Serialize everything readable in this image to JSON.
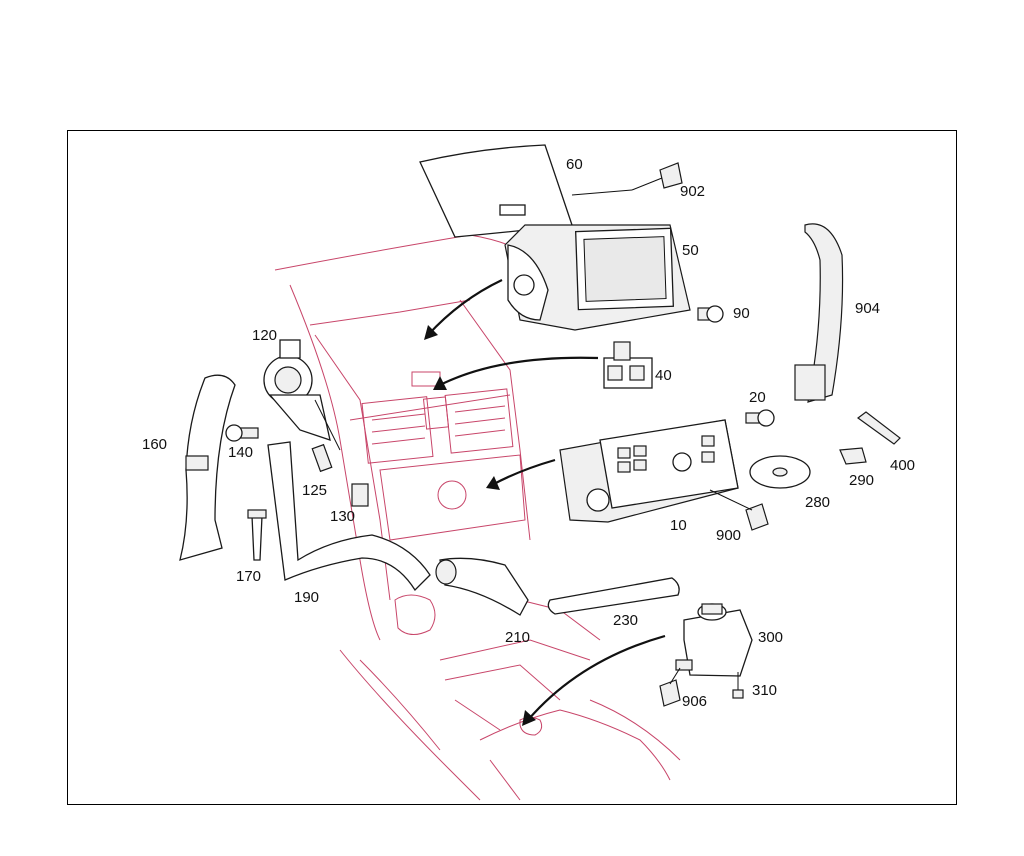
{
  "diagram": {
    "colors": {
      "vehicle_outline": "#c8466a",
      "parts": "#1a1a1a",
      "frame": "#000000"
    },
    "labels": {
      "p10": "10",
      "p20": "20",
      "p40": "40",
      "p50": "50",
      "p60": "60",
      "p90": "90",
      "p120": "120",
      "p125": "125",
      "p130": "130",
      "p140": "140",
      "p160": "160",
      "p170": "170",
      "p190": "190",
      "p210": "210",
      "p230": "230",
      "p280": "280",
      "p290": "290",
      "p300": "300",
      "p310": "310",
      "p400": "400",
      "p900": "900",
      "p902": "902",
      "p904": "904",
      "p906": "906"
    }
  }
}
